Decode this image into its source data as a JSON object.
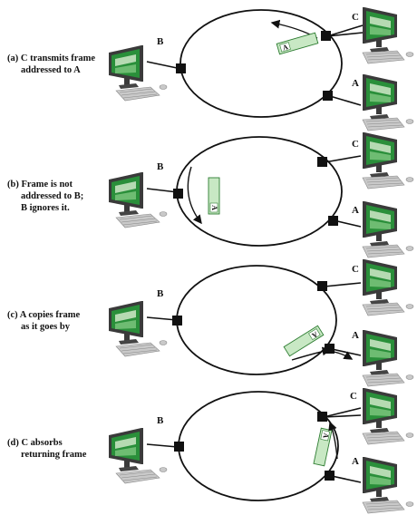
{
  "panels": [
    {
      "caption_lines": [
        "(a) C transmits frame",
        "addressed to A"
      ],
      "frame_label": "A"
    },
    {
      "caption_lines": [
        "(b) Frame is not",
        "addressed to B;",
        "B ignores it."
      ],
      "frame_label": "A"
    },
    {
      "caption_lines": [
        "(c) A copies frame",
        "as it goes by"
      ],
      "frame_label": "A"
    },
    {
      "caption_lines": [
        "(d) C absorbs",
        "returning frame"
      ],
      "frame_label": "A"
    }
  ],
  "stations": {
    "a": "A",
    "b": "B",
    "c": "C"
  },
  "colors": {
    "ring": "#111111",
    "frame_fill": "#c8e8c4",
    "frame_stroke": "#2e7d32",
    "screen": "#2a8f3a",
    "monitor": "#3a3a3a",
    "keyboard": "#c9c9c9"
  }
}
